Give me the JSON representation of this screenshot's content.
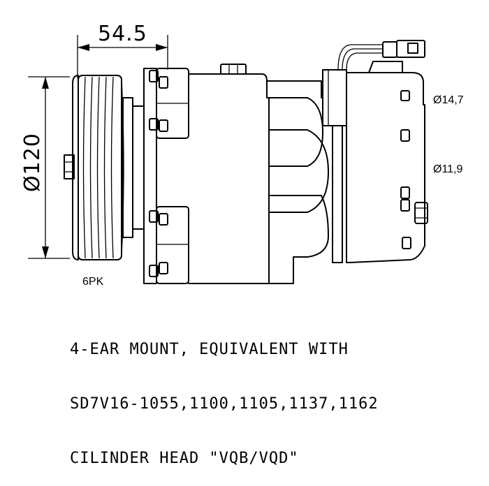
{
  "dimensions": {
    "width": "54.5",
    "diameter": "Ø120",
    "port_large": "Ø14,7",
    "port_small": "Ø11,9"
  },
  "belt_type": "6PK",
  "notes": {
    "line1": "4-EAR MOUNT, EQUIVALENT WITH",
    "line2": "SD7V16-1055,1100,1105,1137,1162",
    "line3": "CILINDER HEAD \"VQB/VQD\""
  }
}
